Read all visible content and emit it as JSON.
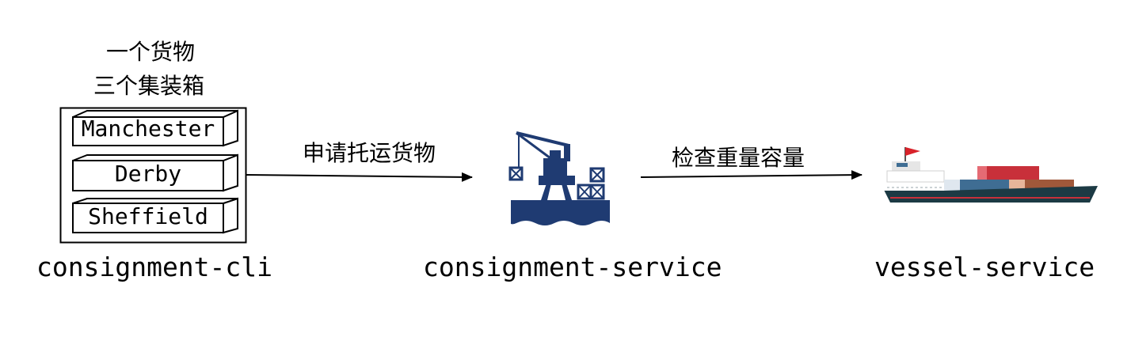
{
  "cli": {
    "caption_line1": "一个货物",
    "caption_line2": "三个集装箱",
    "containers": [
      "Manchester",
      "Derby",
      "Sheffield"
    ],
    "label": "consignment-cli"
  },
  "consignment_service": {
    "label": "consignment-service"
  },
  "vessel_service": {
    "label": "vessel-service"
  },
  "edges": [
    {
      "from": "consignment-cli",
      "to": "consignment-service",
      "label": "申请托运货物"
    },
    {
      "from": "consignment-service",
      "to": "vessel-service",
      "label": "检查重量容量"
    }
  ],
  "icons": [
    "port-crane-icon",
    "cargo-ship-icon"
  ],
  "colors": {
    "port_blue": "#1f3b72",
    "ship_hull": "#1c3a44",
    "container_red": "#c8303a",
    "container_blue": "#3f6d93",
    "container_brown": "#a0583a",
    "flag_red": "#d8222a"
  }
}
